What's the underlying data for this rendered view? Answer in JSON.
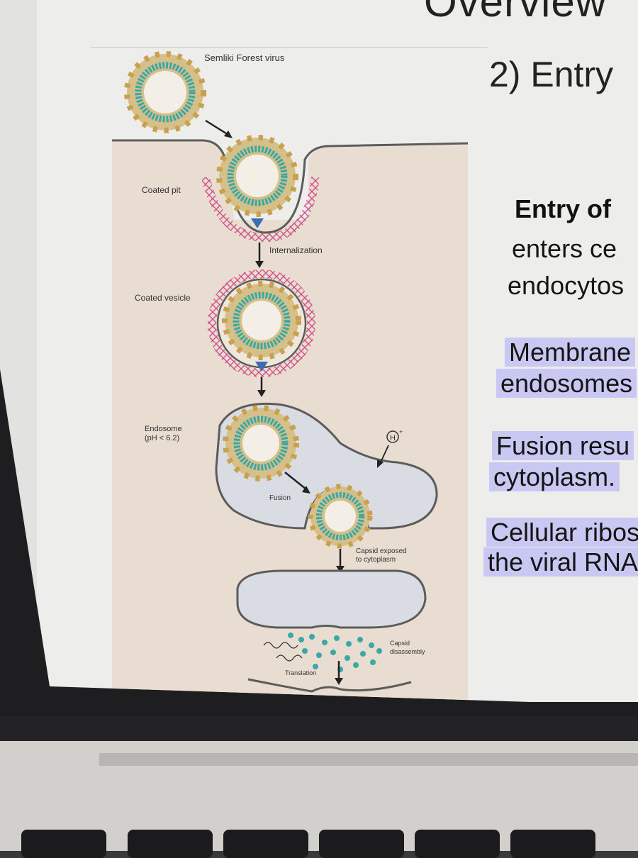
{
  "slide": {
    "title": "Overview",
    "subtitle": "2) Entry",
    "heading": "Entry of",
    "body_lines": [
      "enters ce",
      "endocytos"
    ],
    "highlights": [
      {
        "lines": [
          "Membrane",
          "endosomes"
        ]
      },
      {
        "lines": [
          "Fusion resu",
          "cytoplasm."
        ]
      },
      {
        "lines": [
          "Cellular ribos",
          "the viral RNA"
        ]
      }
    ]
  },
  "diagram": {
    "labels": {
      "virus": "Semliki Forest virus",
      "coated_pit": "Coated pit",
      "internalization": "Internalization",
      "coated_vesicle": "Coated vesicle",
      "endosome": "Endosome",
      "endosome_ph": "(pH < 6.2)",
      "proton": "H",
      "proton_sup": "+",
      "fusion": "Fusion",
      "capsid_exposed_1": "Capsid exposed",
      "capsid_exposed_2": "to cytoplasm",
      "capsid_disassembly_1": "Capsid",
      "capsid_disassembly_2": "disassembly",
      "translation": "Translation"
    },
    "colors": {
      "cell": "#e9ddd2",
      "membrane": "#5c5c5c",
      "clathrin": "#d0508a",
      "glycoprotein": "#c8a050",
      "envelope": "#d6c08a",
      "capsid": "#3aa8a6",
      "vesicle_interior": "#d9dde3"
    }
  }
}
